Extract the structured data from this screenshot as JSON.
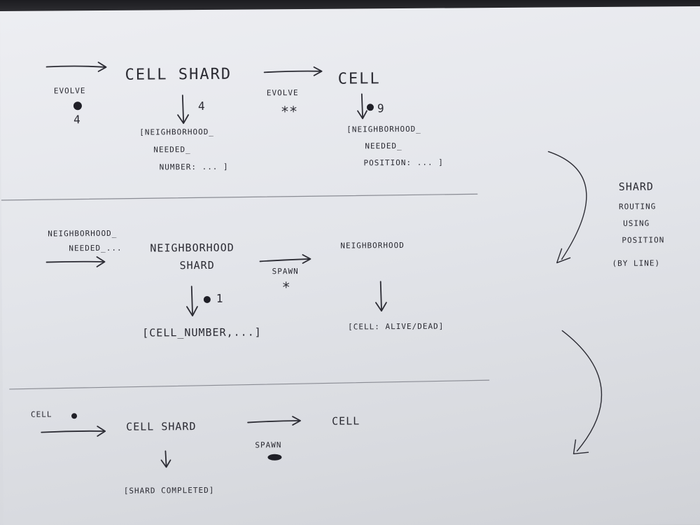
{
  "row1": {
    "evolve_left": "EVOLVE",
    "left_count": "4",
    "cell_shard": "CELL SHARD",
    "shard_label": "4",
    "bracket_left": [
      "[NEIGHBORHOOD_",
      "NEEDED_",
      "NUMBER: ... ]"
    ],
    "evolve_mid": "EVOLVE",
    "stars": "**",
    "cell": "CELL",
    "cell_label": "9",
    "bracket_right": [
      "[NEIGHBORHOOD_",
      "NEEDED_",
      "POSITION: ... ]"
    ]
  },
  "row2": {
    "input": [
      "NEIGHBORHOOD_",
      "NEEDED_..."
    ],
    "neighborhood_shard": [
      "NEIGHBORHOOD",
      "SHARD"
    ],
    "spawn": "SPAWN",
    "star": "*",
    "neighborhood": "NEIGHBORHOOD",
    "shard_label": "1",
    "bracket_left": "[CELL_NUMBER,...]",
    "bracket_right": "[CELL: ALIVE/DEAD]"
  },
  "row3": {
    "input": "CELL",
    "cell_shard": "CELL SHARD",
    "spawn": "SPAWN",
    "cell": "CELL",
    "bracket": "[SHARD COMPLETED]"
  },
  "side_note": [
    "SHARD",
    "ROUTING",
    "USING",
    "POSITION",
    "(BY LINE)"
  ]
}
